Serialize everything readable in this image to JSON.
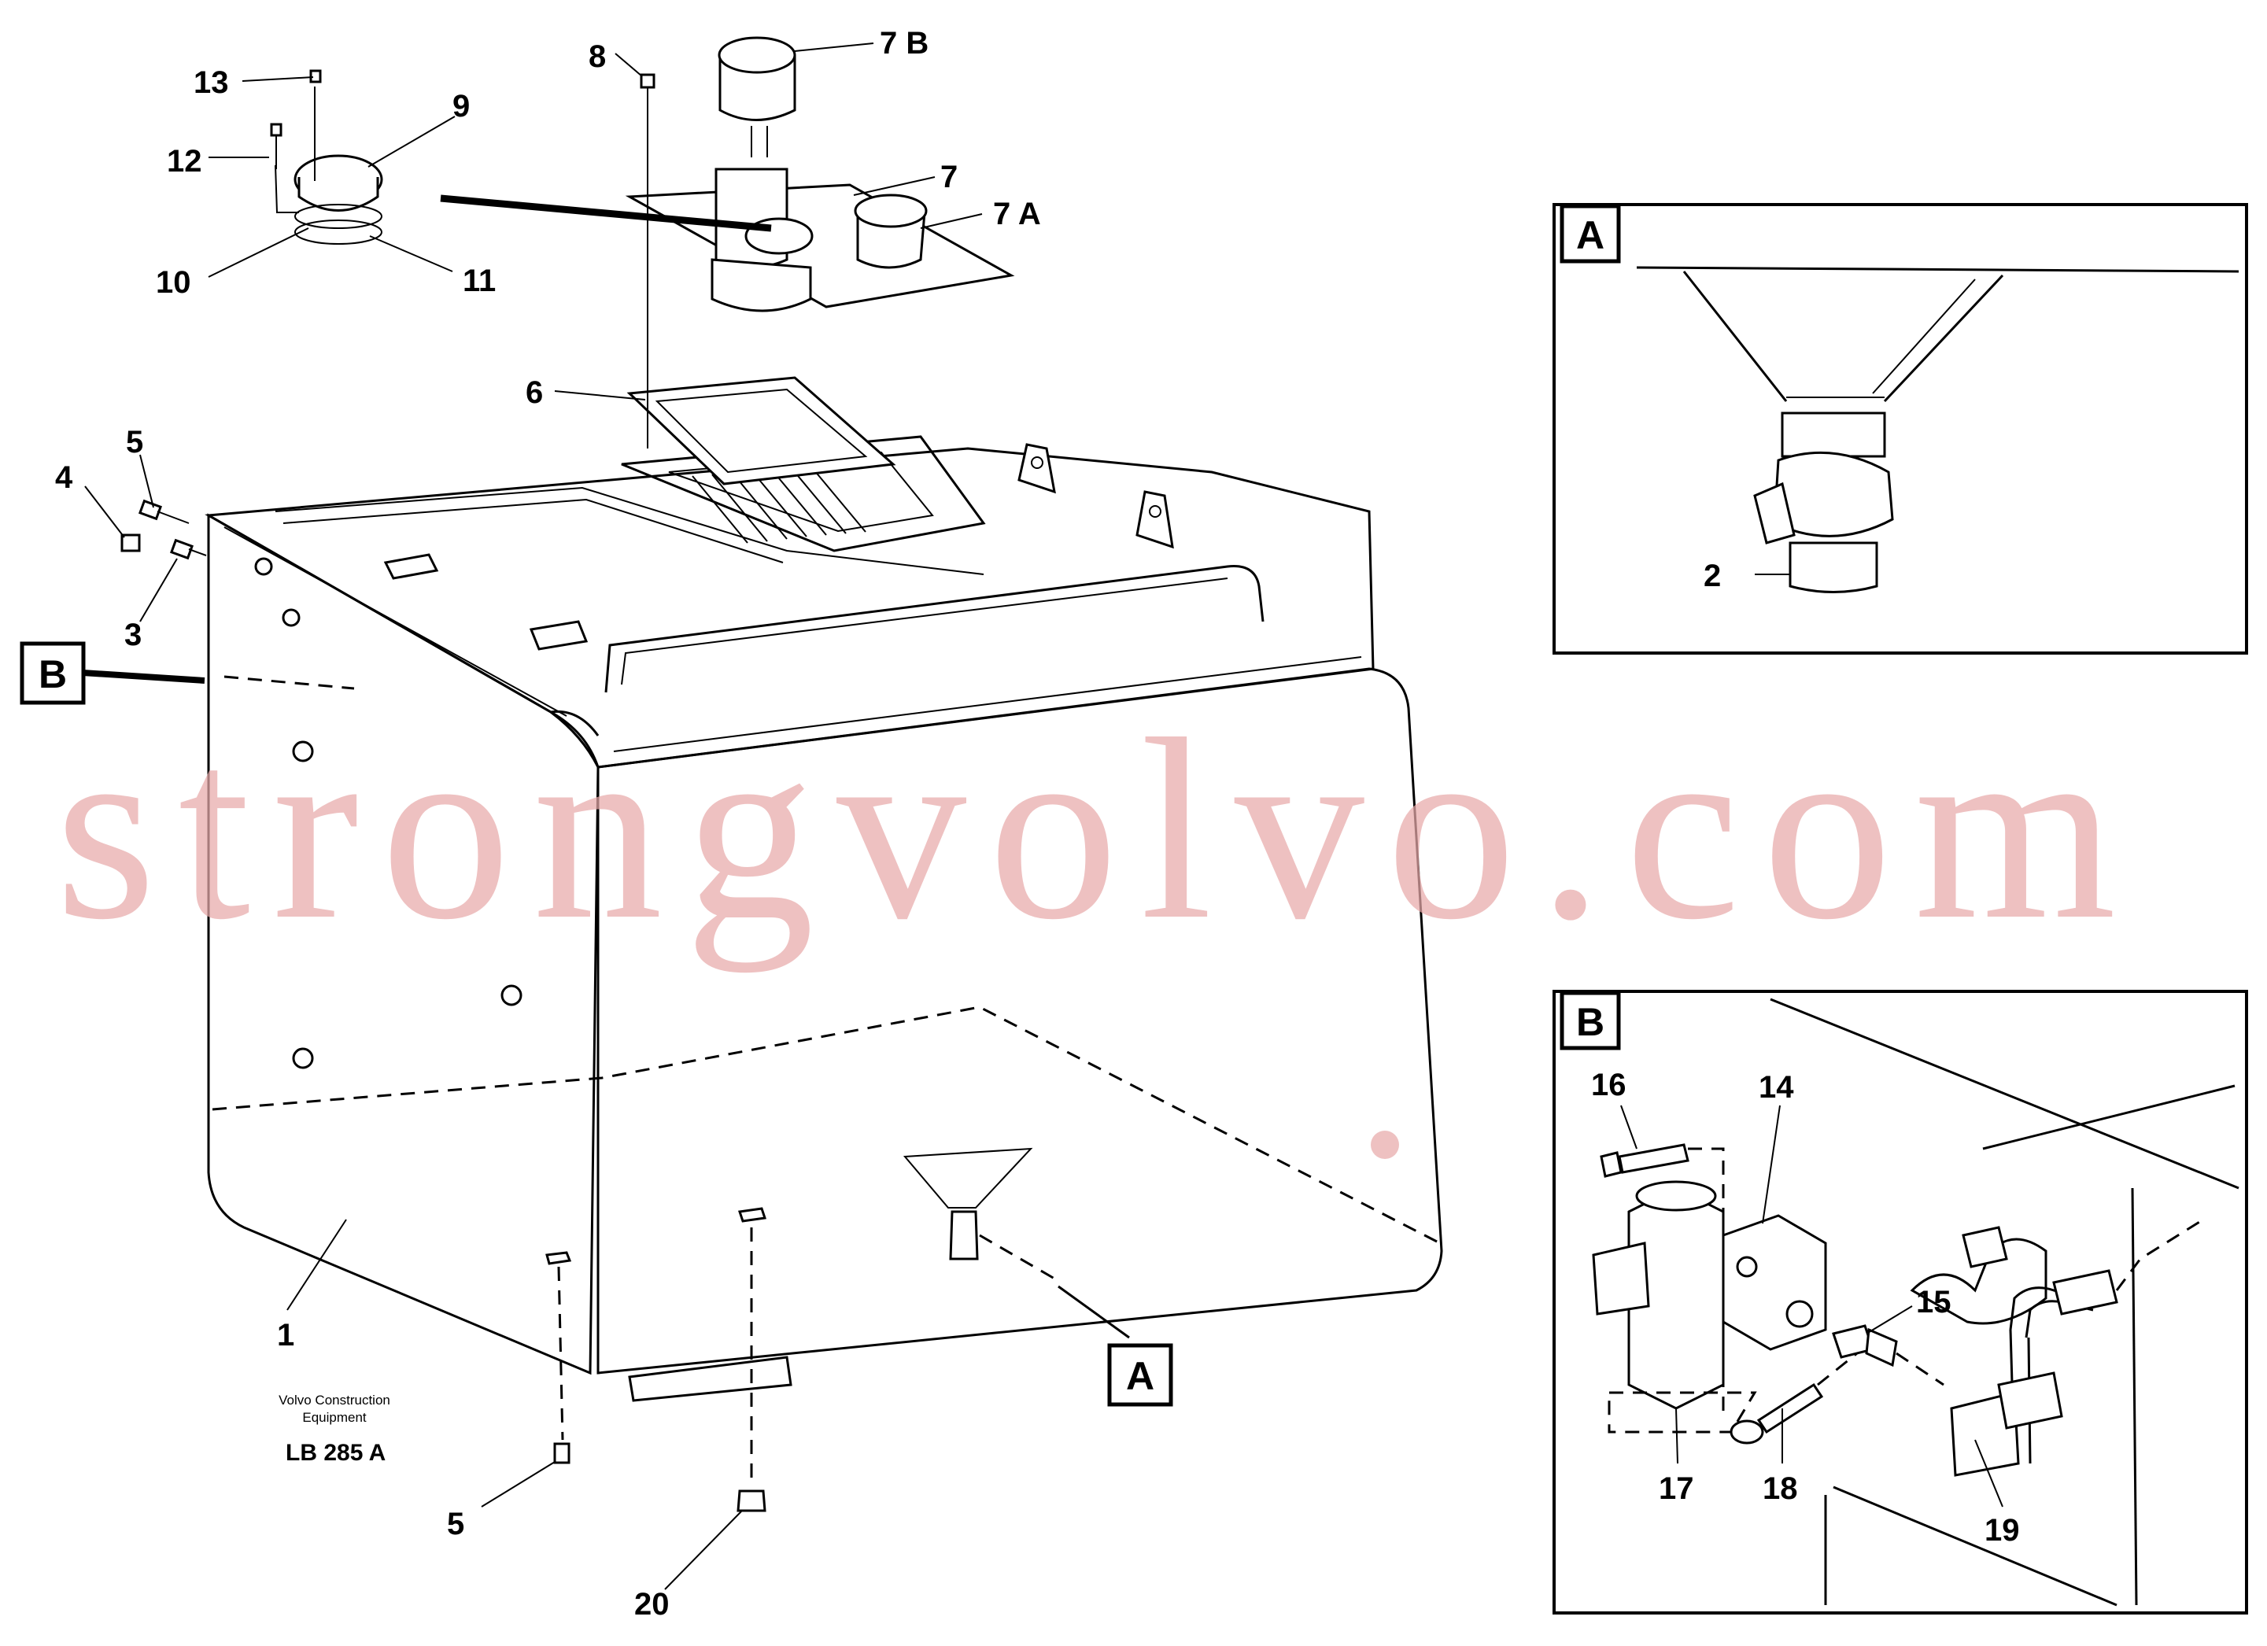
{
  "callouts": {
    "c1": "1",
    "c2": "2",
    "c3": "3",
    "c4": "4",
    "c5a": "5",
    "c5b": "5",
    "c6": "6",
    "c7": "7",
    "c7a": "7 A",
    "c7b": "7 B",
    "c8": "8",
    "c9": "9",
    "c10": "10",
    "c11": "11",
    "c12": "12",
    "c13": "13",
    "c14": "14",
    "c15": "15",
    "c16": "16",
    "c17": "17",
    "c18": "18",
    "c19": "19",
    "c20": "20"
  },
  "view_labels": {
    "a_ref": "A",
    "b_ref": "B",
    "a_detail": "A",
    "b_detail": "B"
  },
  "caption": {
    "line1": "Volvo Construction",
    "line2": "Equipment",
    "code": "LB 285 A"
  },
  "watermark": "strongvolvo.com"
}
